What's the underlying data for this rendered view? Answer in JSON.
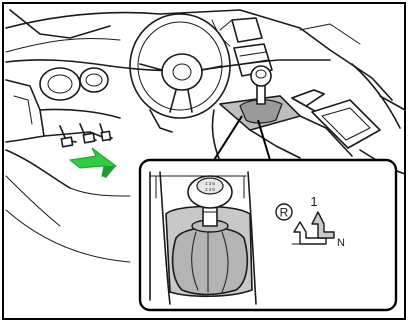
{
  "shift_pattern": {
    "reverse_symbol": "R",
    "gear_first": "1",
    "neutral": "N"
  },
  "knob_pattern": {
    "row_top": "1 3 5",
    "row_bottom": "2 4 6"
  },
  "colors": {
    "arrow": "#2ecc40",
    "arrow_dark": "#1f9e2c",
    "pattern_arrow": "#c9c9c9",
    "outline": "#1a1a1a",
    "frame": "#000000"
  }
}
